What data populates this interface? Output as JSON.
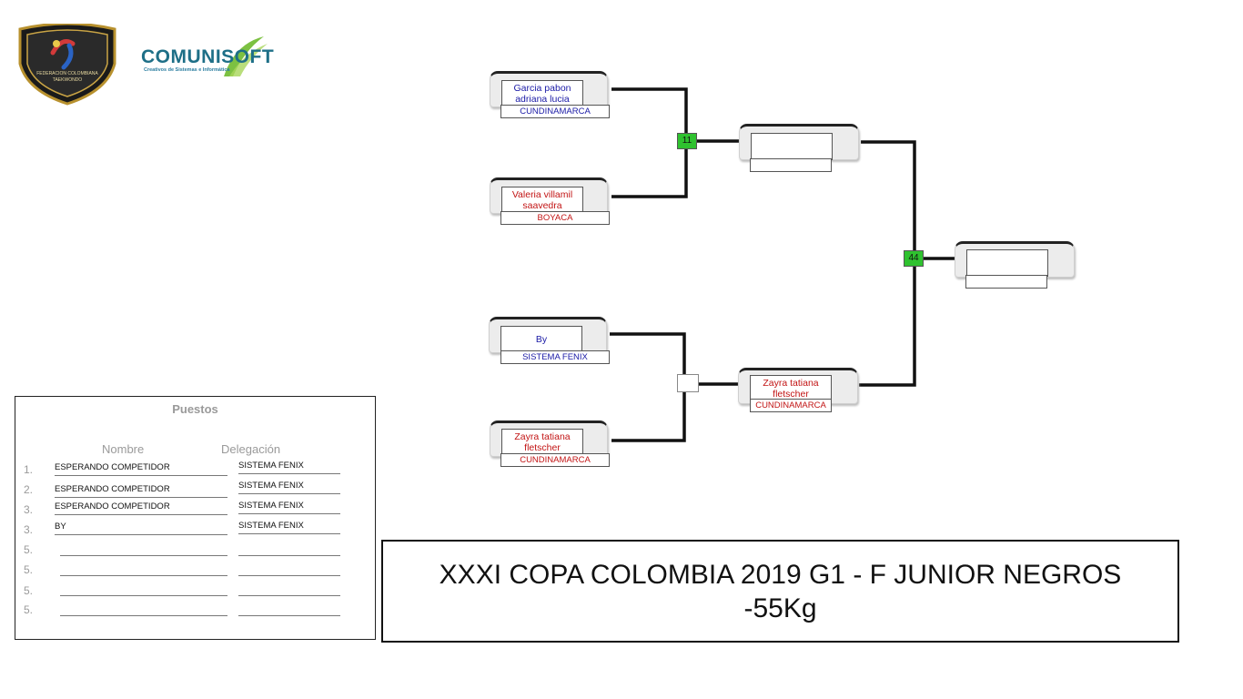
{
  "logos": {
    "federation_text": "FEDERACION COLOMBIANA TAEKWONDO",
    "comunisoft_name": "COMUNISOFT",
    "comunisoft_tagline": "Creativos de Sistemas e Informática"
  },
  "bracket": {
    "round1": [
      {
        "name": "Garcia pabon adriana lucia",
        "delegation": "CUNDINAMARCA",
        "color": "#1a1aa6"
      },
      {
        "name": "Valeria villamil saavedra",
        "delegation": "BOYACA",
        "color": "#c21414"
      },
      {
        "name": "By",
        "delegation": "SISTEMA FENIX",
        "color": "#1a1aa6"
      },
      {
        "name": "Zayra tatiana fletscher",
        "delegation": "CUNDINAMARCA",
        "color": "#c21414"
      }
    ],
    "semis": [
      {
        "name": "",
        "delegation": ""
      },
      {
        "name": "Zayra tatiana fletscher",
        "delegation": "CUNDINAMARCA",
        "color": "#c21414"
      }
    ],
    "final": {
      "name": "",
      "delegation": ""
    },
    "matches": {
      "top": "11",
      "bottom": "",
      "final": "44"
    },
    "match_color": "#2fc22f"
  },
  "puestos": {
    "title": "Puestos",
    "col_name": "Nombre",
    "col_delegation": "Delegación",
    "rows": [
      {
        "place": "1.",
        "name": "ESPERANDO COMPETIDOR",
        "delegation": "SISTEMA FENIX"
      },
      {
        "place": "2.",
        "name": "ESPERANDO COMPETIDOR",
        "delegation": "SISTEMA FENIX"
      },
      {
        "place": "3.",
        "name": "ESPERANDO COMPETIDOR",
        "delegation": "SISTEMA FENIX"
      },
      {
        "place": "3.",
        "name": "BY",
        "delegation": "SISTEMA FENIX"
      },
      {
        "place": "5.",
        "name": "",
        "delegation": ""
      },
      {
        "place": "5.",
        "name": "",
        "delegation": ""
      },
      {
        "place": "5.",
        "name": "",
        "delegation": ""
      },
      {
        "place": "5.",
        "name": "",
        "delegation": ""
      }
    ]
  },
  "event_title": "XXXI COPA COLOMBIA 2019 G1 - F JUNIOR NEGROS -55Kg"
}
